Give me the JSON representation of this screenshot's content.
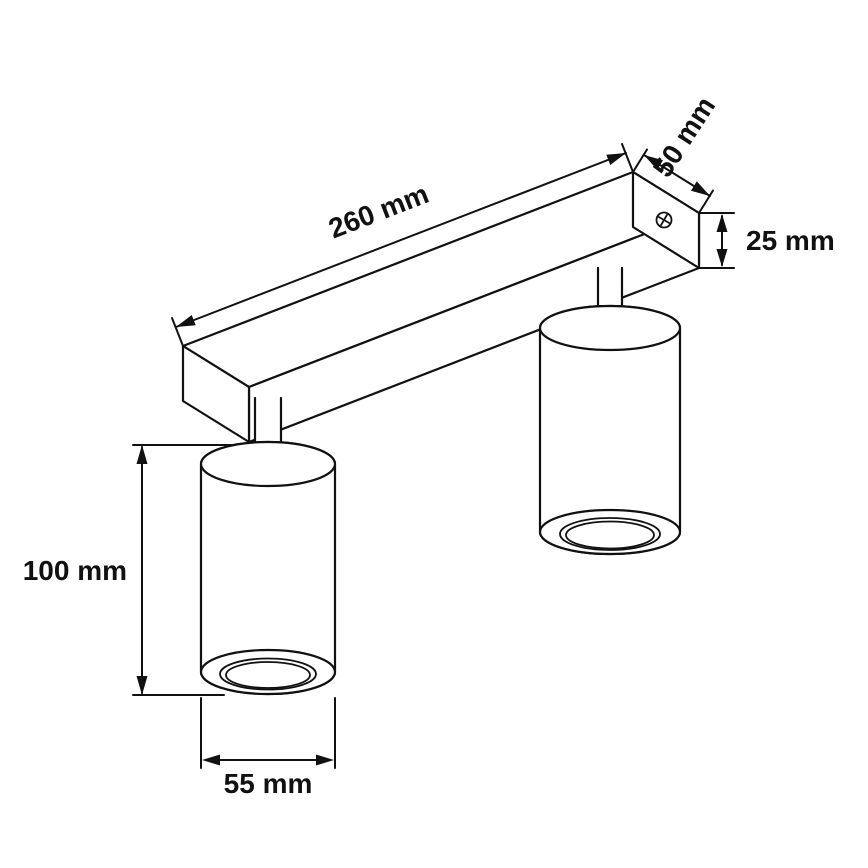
{
  "page": {
    "background": "#ffffff",
    "line_color": "#111111",
    "text_color": "#111111"
  },
  "drawing": {
    "labels": {
      "length": "260 mm",
      "depth": "50 mm",
      "bar_height": "25 mm",
      "spot_height": "100 mm",
      "spot_diameter": "55 mm"
    }
  }
}
